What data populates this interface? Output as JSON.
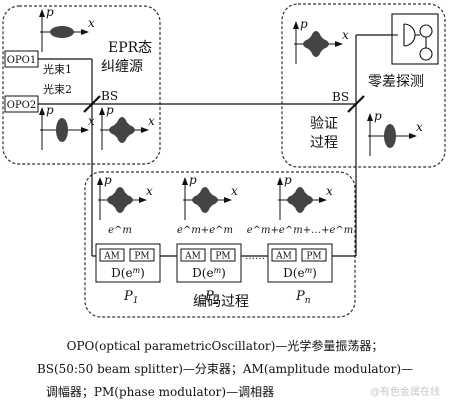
{
  "boxes": {
    "source_title_line1": "EPR态",
    "source_title_line2": "纠缠源",
    "detection_title": "零差探测",
    "verify_line1": "验证",
    "verify_line2": "过程",
    "encoding_title": "编码过程"
  },
  "sources": {
    "opo1": "OPO1",
    "opo2": "OPO2",
    "beam1": "光束1",
    "beam2": "光束2"
  },
  "splitters": {
    "bs_left": "BS",
    "bs_right": "BS"
  },
  "axes": {
    "p": "p",
    "x": "x"
  },
  "encoding": {
    "stage_labels": [
      "e^m",
      "e^m+e^m",
      "e^m+e^m+…+e^m"
    ],
    "ellipsis": "……",
    "am": "AM",
    "pm": "PM",
    "d_label": "D(e",
    "d_sup": "m",
    "d_close": ")",
    "p_labels": [
      "P",
      "P",
      "P"
    ],
    "p_subs": [
      "1",
      "2",
      "n"
    ]
  },
  "caption": {
    "line1": "OPO(optical parametricOscillator)—光学参量振荡器；",
    "line2": "BS(50:50 beam splitter)—分束器；AM(amplitude modulator)—",
    "line3": "调幅器；PM(phase modulator)—调相器"
  },
  "watermark": "@有色金属在线",
  "colors": {
    "ink": "#111111",
    "blob": "#444444",
    "dash": "#333333"
  }
}
